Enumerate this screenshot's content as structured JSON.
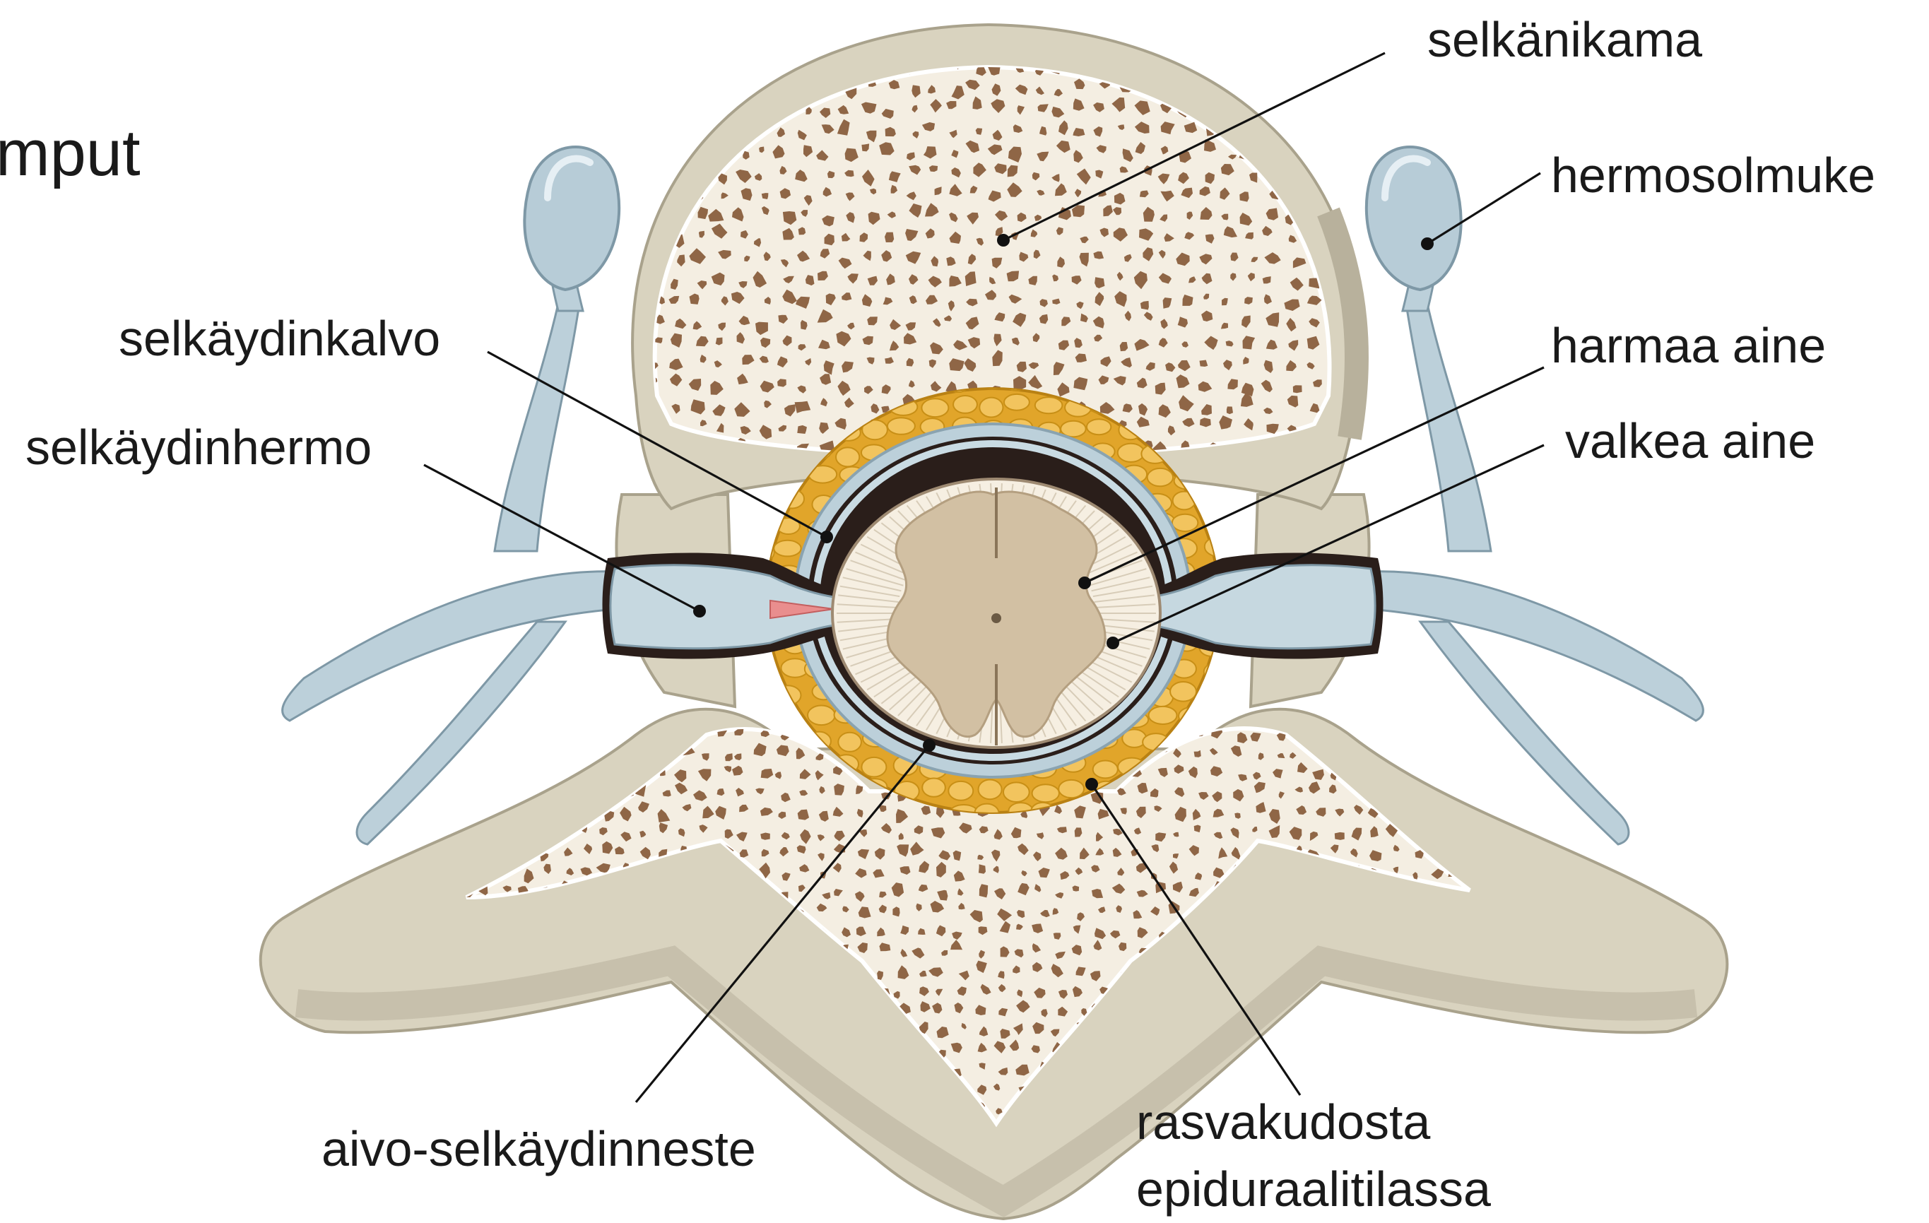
{
  "corner_fragment": "mput",
  "labels": {
    "selkanikama": "selkänikama",
    "hermosolmuke": "hermosolmuke",
    "selkaydinkalvo": "selkäydinkalvo",
    "harmaa_aine": "harmaa aine",
    "selkaydinhermo": "selkäydinhermo",
    "valkea_aine": "valkea aine",
    "aivo_selkaydinneste": "aivo-selkäydinneste",
    "rasvakudosta_line1": "rasvakudosta",
    "rasvakudosta_line2": "epiduraalitilassa"
  },
  "colors": {
    "bone": "#d9d3bf",
    "bone_shadow": "#b8b19c",
    "spongy": "#f4eee2",
    "spongy_hole": "#8f6646",
    "fat": "#e1a52a",
    "fat_cell": "#f2c45e",
    "nerve": "#bcd0da",
    "nerve_dark": "#9fb6c3",
    "csf": "#2a1e1a",
    "white_matter": "#f6efe2",
    "grey_matter": "#d2c0a3",
    "pink": "#e98e8e"
  }
}
